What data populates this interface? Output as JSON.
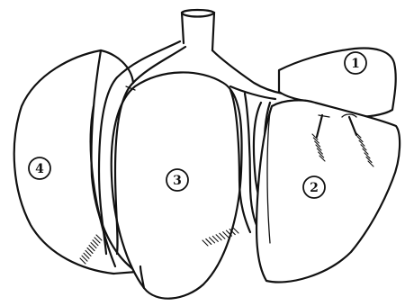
{
  "figure": {
    "labels": [
      {
        "id": "lobe-1",
        "text": "1"
      },
      {
        "id": "lobe-2",
        "text": "2"
      },
      {
        "id": "lobe-3",
        "text": "3"
      },
      {
        "id": "lobe-4",
        "text": "4"
      }
    ]
  }
}
